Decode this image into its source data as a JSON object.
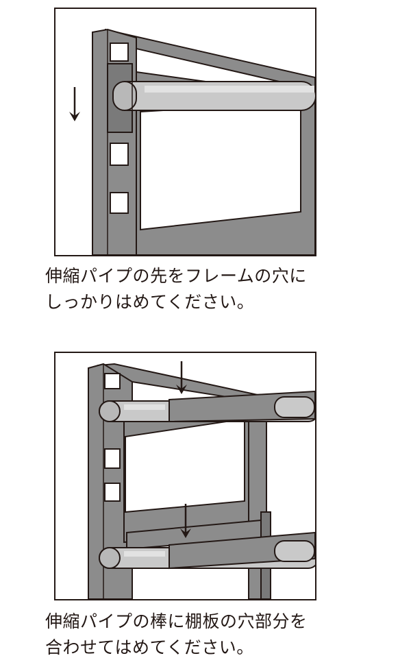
{
  "steps": [
    {
      "caption": [
        "伸縮パイプの先をフレームの穴に",
        "しっかりはめてください。"
      ]
    },
    {
      "caption": [
        "伸縮パイプの棒に棚板の穴部分を",
        "合わせてはめてください。"
      ]
    }
  ],
  "colors": {
    "frame": "#8c8c8c",
    "frame_dark": "#767676",
    "pipe": "#c9c9c9",
    "pipe_highlight": "#e2e2e2",
    "outline": "#231815",
    "background": "#ffffff"
  },
  "icons": [
    "arrow-down-icon"
  ]
}
